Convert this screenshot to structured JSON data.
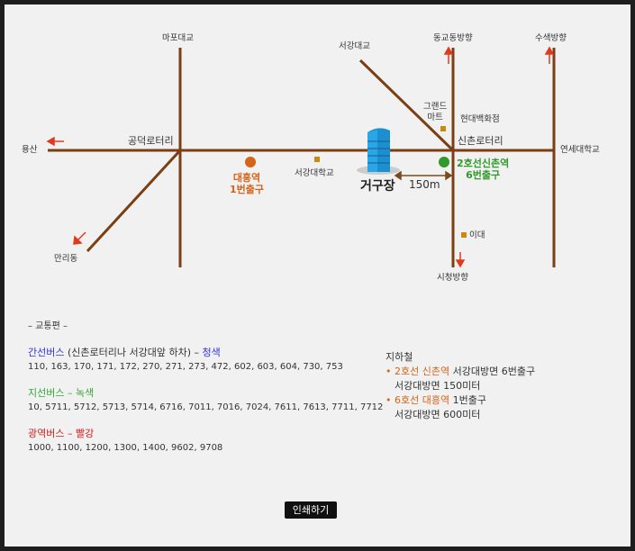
{
  "map": {
    "labels": {
      "mapo_bridge": "마포대교",
      "seogang_bridge": "서강대교",
      "donggyo_dir": "동교동방향",
      "susaek_dir": "수색방향",
      "grand_mart": "그랜드\n마트",
      "hyundai_dept": "현대백화점",
      "yongsan": "용산",
      "gongdeok_rotary": "공덕로터리",
      "sinchon_rotary": "신촌로터리",
      "yonsei_univ": "연세대학교",
      "daeheung_station": "대흥역\n1번출구",
      "sogang_univ": "서강대학교",
      "line2_sinchon": "2호선신촌역\n6번출구",
      "distance": "150m",
      "geoguzang": "거구장",
      "mallidong": "만리동",
      "idae": "이대",
      "cityhall_dir": "시청방향"
    },
    "colors": {
      "road": "#7a3f12",
      "arrow": "#e03a1e",
      "marker_orange": "#d4641a",
      "marker_green": "#2f9a2a",
      "landmark": "#c98a10",
      "building": "#1c8fd0"
    }
  },
  "transport": {
    "heading": "– 교통편 –",
    "trunk_bus": {
      "title_main": "간선버스",
      "title_note": " (신촌로터리나 서강대앞 하차) – ",
      "title_color": "청색",
      "routes": "110, 163, 170, 171, 172, 270, 271, 273, 472, 602, 603, 604, 730, 753"
    },
    "branch_bus": {
      "title": "지선버스 – 녹색",
      "routes": "10, 5711, 5712, 5713, 5714, 6716, 7011, 7016, 7024, 7611, 7613, 7711, 7712"
    },
    "wide_bus": {
      "title": "광역버스 – 빨강",
      "routes": "1000, 1100, 1200, 1300, 1400, 9602, 9708"
    },
    "subway": {
      "title": "지하철",
      "item1_prefix": "2호선 신촌역",
      "item1_rest": " 서강대방면 6번출구",
      "item1_sub": "서강대방면 150미터",
      "item2_prefix": "6호선 대흥역",
      "item2_rest": " 1번출구",
      "item2_sub": "서강대방면 600미터"
    }
  },
  "print_button": "인쇄하기"
}
